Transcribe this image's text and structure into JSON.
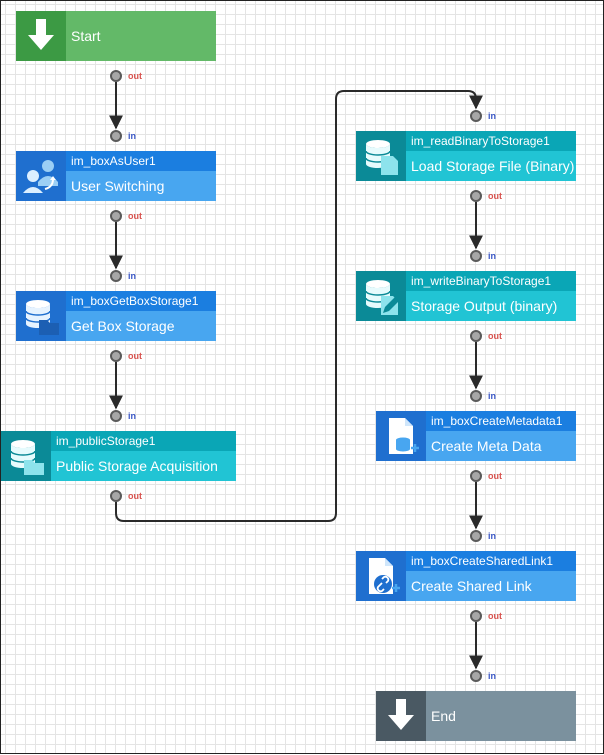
{
  "nodes": {
    "start": {
      "label": "Start"
    },
    "box_as_user": {
      "id": "im_boxAsUser1",
      "label": "User Switching"
    },
    "box_get_storage": {
      "id": "im_boxGetBoxStorage1",
      "label": "Get Box Storage"
    },
    "public_storage": {
      "id": "im_publicStorage1",
      "label": "Public Storage Acquisition"
    },
    "read_binary": {
      "id": "im_readBinaryToStorage1",
      "label": "Load Storage File (Binary)"
    },
    "write_binary": {
      "id": "im_writeBinaryToStorage1",
      "label": "Storage Output (binary)"
    },
    "create_metadata": {
      "id": "im_boxCreateMetadata1",
      "label": "Create Meta Data"
    },
    "create_shared_link": {
      "id": "im_boxCreateSharedLink1",
      "label": "Create Shared Link"
    },
    "end": {
      "label": "End"
    }
  },
  "ports": {
    "in_label": "in",
    "out_label": "out"
  },
  "colors": {
    "start": "#63b968",
    "end": "#7b919e",
    "blue_header": "#1b7ee0",
    "blue_label": "#48a6f0",
    "teal_header": "#0aa6b6",
    "teal_label": "#21c4d4",
    "wire": "#2a2a2a",
    "out_label": "#d9534f",
    "in_label": "#3a57c7"
  }
}
